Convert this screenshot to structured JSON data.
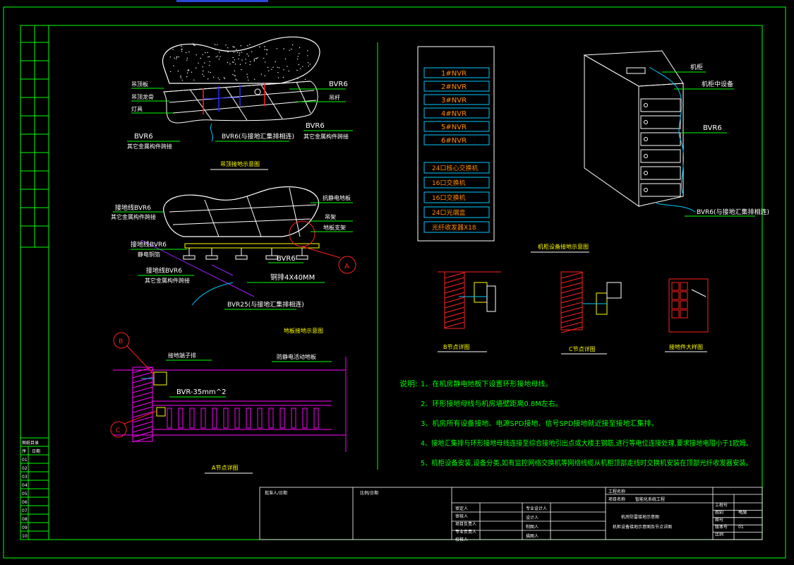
{
  "drawing": {
    "ceiling_callouts": {
      "left_1": "吊顶板",
      "left_2": "吊顶龙骨",
      "left_3": "灯具",
      "right_bvr6": "BVR6",
      "right_2": "吊杆",
      "bottom_bvr6": "BVR6",
      "bottom_note": "其它金属构件跨接",
      "bottom_main": "BVR6(与接地汇集排相连)",
      "bottom_right_bvr6": "BVR6",
      "bottom_right_note": "其它金属构件跨接"
    },
    "ceiling_title": "吊顶接地示意图",
    "floor_callouts": {
      "left_top_1": "接地线BVR6",
      "left_top_2": "其它金属构件跨接",
      "right_top": "抗静电地板",
      "right_2": "吊架",
      "right_3": "地板支架",
      "left_mid_1": "接地线BVR6",
      "left_mid_2": "静电铜箔",
      "bottom_bvr6": "BVR6",
      "left_bot_1": "接地线BVR6",
      "left_bot_2": "其它金属构件跨接",
      "copper": "铜排4X40MM",
      "bvr25": "BVR25(与接地汇集排相连)",
      "marker_a": "A"
    },
    "floor_title": "地板接地示意图",
    "section_a": {
      "title": "A节点详图",
      "marker_b": "B",
      "marker_c": "C",
      "label_busbar": "接地端子排",
      "label_floor": "防静电活动地板",
      "label_bvr": "BVR-35mm^2"
    },
    "cabinet_list": {
      "items": [
        "1#NVR",
        "2#NVR",
        "3#NVR",
        "4#NVR",
        "5#NVR",
        "6#NVR"
      ],
      "items2": [
        "24口核心交换机",
        "16口交换机",
        "16口交换机",
        "24口光端盒",
        "光纤收发器X18"
      ]
    },
    "cabinet_callouts": {
      "rack": "机柜",
      "equip": "机柜中设备",
      "bvr6": "BVR6",
      "bottom": "BVR6(与接地汇集排相连)"
    },
    "cabinet_title": "机柜设备接地示意图",
    "details": {
      "b_title": "B节点详图",
      "c_title": "C节点详图",
      "d_title": "接地件大样图"
    },
    "notes": {
      "heading": "说明:",
      "lines": [
        "1、在机房静电地板下设置环形接地母线。",
        "2、环形接地母线与机房墙壁距离0.8M左右。",
        "3、机房所有设备接地、电源SPD接地、信号SPD接地就近接至接地汇集排。",
        "4、接地汇集排与环形接地母线连接至综合接地引出点或大楼主钢筋,进行等电位连接处理,要求接地电阻小于1欧姆。",
        "5、机柜设备安装,设备分类,如有监控网络交换机等网络线缆从机柜顶部走线时交换机安装在顶部光纤收发器安装。"
      ]
    },
    "title_block": {
      "approve": "批准人/日期",
      "review": "比例/日期",
      "design_unit": "工程名称",
      "project": "项目名称",
      "project_val": "智能化系统工程",
      "row_labels": [
        "审定人",
        "审核人",
        "项目负责人",
        "专业负责人",
        "校核人"
      ],
      "row_labels2": [
        "专业设计人",
        "设计人",
        "制图人",
        "描图人"
      ],
      "drawing_name_1": "机房防雷接地示意图",
      "drawing_name_2": "机柜设备接地示意图及节点详图",
      "right_labels": [
        "工程号",
        "图别",
        "图号",
        "版本号",
        "比例"
      ],
      "right_vals": [
        "",
        "电施",
        "",
        "01",
        ""
      ]
    },
    "left_strip": {
      "header": "图纸目录",
      "col1": "序",
      "col2": "日期",
      "rows": [
        "01",
        "02",
        "03",
        "04",
        "05",
        "06",
        "07",
        "08",
        "09",
        "10"
      ]
    }
  }
}
